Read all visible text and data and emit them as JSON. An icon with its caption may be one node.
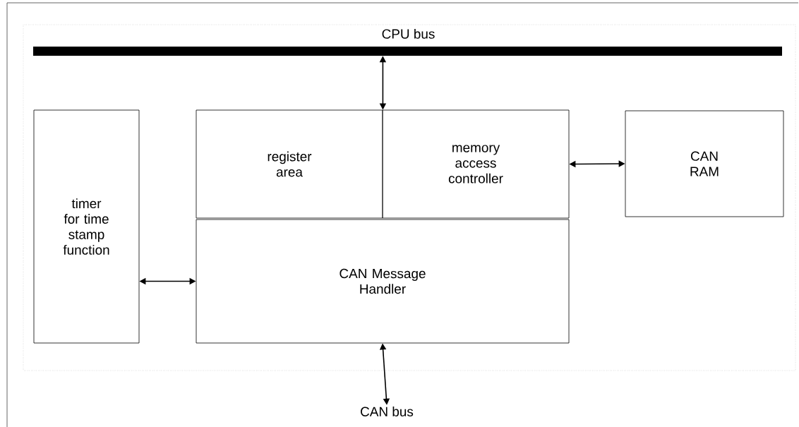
{
  "diagram": {
    "nodes": [
      {
        "text": [
          "CPU bus"
        ]
      },
      {
        "text": [
          "timer for time stamp function"
        ]
      },
      {
        "text": [
          "register area"
        ]
      },
      {
        "text": [
          "memory access controller"
        ]
      },
      {
        "text": [
          "CAN RAM"
        ]
      },
      {
        "text": [
          "CAN Message Handler"
        ]
      },
      {
        "text": [
          "CAN bus"
        ]
      }
    ],
    "edges": [
      {
        "from": 0,
        "to": 2,
        "arrow": "both"
      },
      {
        "from": 3,
        "to": 4,
        "arrow": "both"
      },
      {
        "from": 1,
        "to": 5,
        "arrow": "both"
      },
      {
        "from": 5,
        "to": 6,
        "arrow": "both"
      }
    ]
  }
}
